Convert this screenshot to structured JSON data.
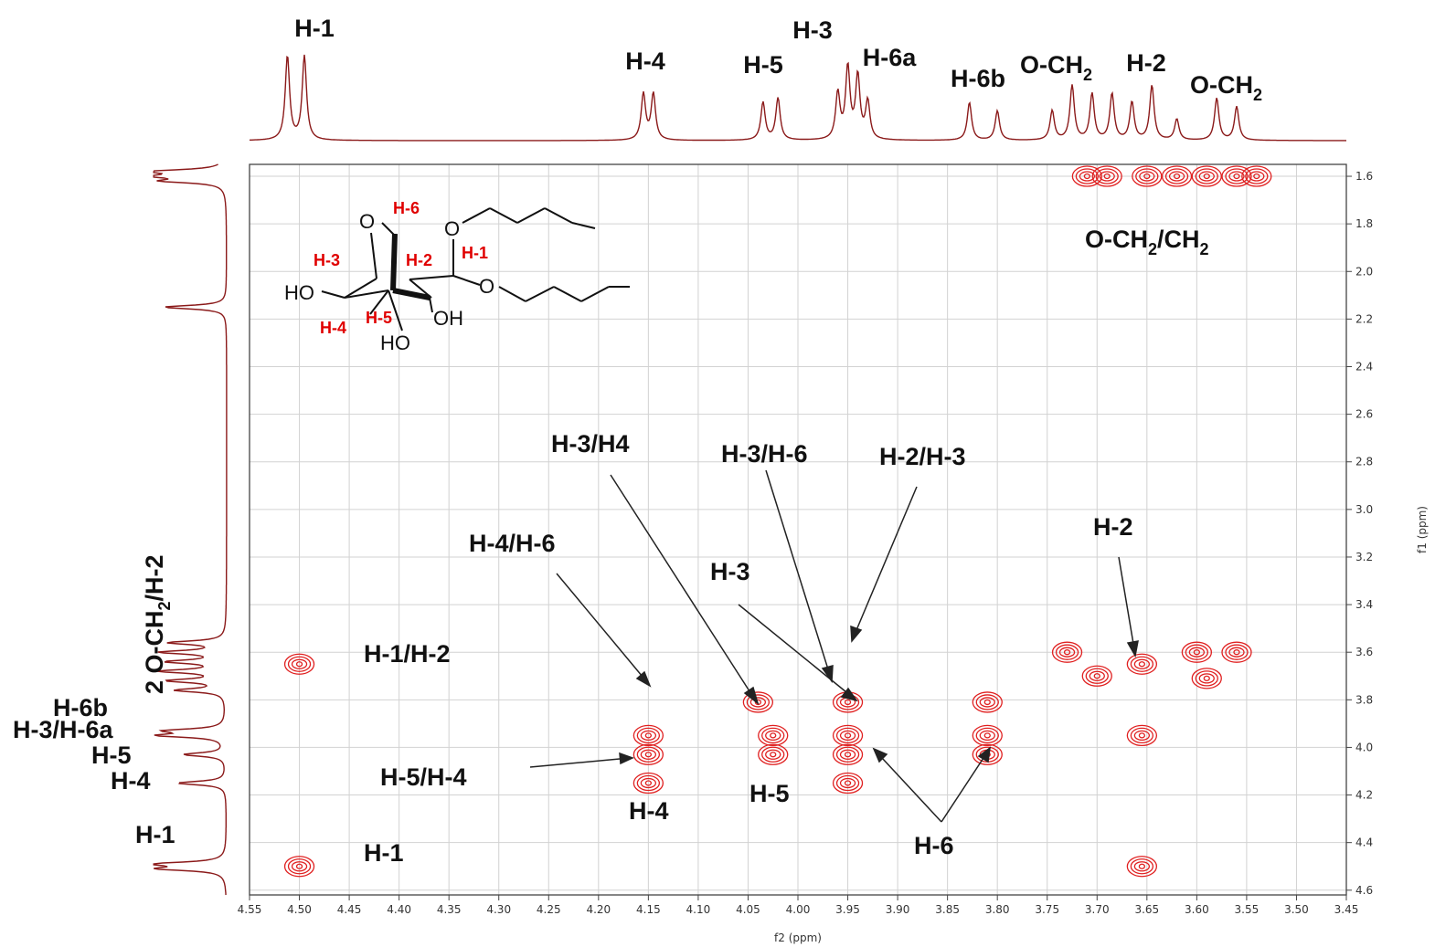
{
  "chart_data": {
    "type": "scatter",
    "subtype": "2D NMR COSY contour plot",
    "xlabel": "f2 (ppm)",
    "ylabel": "f1 (ppm)",
    "xlim": [
      4.55,
      3.45
    ],
    "ylim": [
      1.55,
      4.62
    ],
    "x_ticks": [
      4.55,
      4.5,
      4.45,
      4.4,
      4.35,
      4.3,
      4.25,
      4.2,
      4.15,
      4.1,
      4.05,
      4.0,
      3.95,
      3.9,
      3.85,
      3.8,
      3.75,
      3.7,
      3.65,
      3.6,
      3.55,
      3.5,
      3.45
    ],
    "x_tick_labels": [
      "4.55",
      "4.50",
      "4.45",
      "4.40",
      "4.35",
      "4.30",
      "4.25",
      "4.20",
      "4.15",
      "4.10",
      "4.05",
      "4.00",
      "3.95",
      "3.90",
      "3.85",
      "3.80",
      "3.75",
      "3.70",
      "3.65",
      "3.60",
      "3.55",
      "3.50",
      "3.45"
    ],
    "y_ticks": [
      1.6,
      1.8,
      2.0,
      2.2,
      2.4,
      2.6,
      2.8,
      3.0,
      3.2,
      3.4,
      3.6,
      3.8,
      4.0,
      4.2,
      4.4,
      4.6
    ],
    "y_tick_labels": [
      "1.6",
      "1.8",
      "2.0",
      "2.2",
      "2.4",
      "2.6",
      "2.8",
      "3.0",
      "3.2",
      "3.4",
      "3.6",
      "3.8",
      "4.0",
      "4.2",
      "4.4",
      "4.6"
    ],
    "grid": true,
    "x_reversed": true,
    "peaks": [
      {
        "x": 4.5,
        "y": 4.5
      },
      {
        "x": 4.5,
        "y": 3.65
      },
      {
        "x": 4.15,
        "y": 4.15
      },
      {
        "x": 4.15,
        "y": 3.95
      },
      {
        "x": 4.15,
        "y": 4.03
      },
      {
        "x": 4.025,
        "y": 4.03
      },
      {
        "x": 4.025,
        "y": 3.95
      },
      {
        "x": 4.04,
        "y": 3.81
      },
      {
        "x": 3.95,
        "y": 3.95
      },
      {
        "x": 3.95,
        "y": 3.81
      },
      {
        "x": 3.95,
        "y": 4.15
      },
      {
        "x": 3.95,
        "y": 4.03
      },
      {
        "x": 3.81,
        "y": 3.81
      },
      {
        "x": 3.81,
        "y": 3.95
      },
      {
        "x": 3.81,
        "y": 4.03
      },
      {
        "x": 3.655,
        "y": 4.5
      },
      {
        "x": 3.655,
        "y": 3.95
      },
      {
        "x": 3.655,
        "y": 3.65
      },
      {
        "x": 3.7,
        "y": 3.7
      },
      {
        "x": 3.6,
        "y": 3.6
      },
      {
        "x": 3.59,
        "y": 3.71
      },
      {
        "x": 3.73,
        "y": 3.6
      },
      {
        "x": 3.56,
        "y": 3.6
      },
      {
        "x": 3.71,
        "y": 1.6
      },
      {
        "x": 3.69,
        "y": 1.6
      },
      {
        "x": 3.65,
        "y": 1.6
      },
      {
        "x": 3.62,
        "y": 1.6
      },
      {
        "x": 3.59,
        "y": 1.6
      },
      {
        "x": 3.56,
        "y": 1.6
      },
      {
        "x": 3.54,
        "y": 1.6
      }
    ],
    "top_projection_peaks": [
      {
        "x": 4.512,
        "h": 1.0
      },
      {
        "x": 4.495,
        "h": 1.0
      },
      {
        "x": 4.155,
        "h": 0.55
      },
      {
        "x": 4.145,
        "h": 0.55
      },
      {
        "x": 4.035,
        "h": 0.45
      },
      {
        "x": 4.02,
        "h": 0.5
      },
      {
        "x": 3.96,
        "h": 0.55
      },
      {
        "x": 3.95,
        "h": 0.85
      },
      {
        "x": 3.94,
        "h": 0.75
      },
      {
        "x": 3.93,
        "h": 0.45
      },
      {
        "x": 3.828,
        "h": 0.45
      },
      {
        "x": 3.8,
        "h": 0.35
      },
      {
        "x": 3.745,
        "h": 0.35
      },
      {
        "x": 3.725,
        "h": 0.65
      },
      {
        "x": 3.705,
        "h": 0.55
      },
      {
        "x": 3.685,
        "h": 0.55
      },
      {
        "x": 3.665,
        "h": 0.45
      },
      {
        "x": 3.645,
        "h": 0.65
      },
      {
        "x": 3.62,
        "h": 0.25
      },
      {
        "x": 3.58,
        "h": 0.5
      },
      {
        "x": 3.56,
        "h": 0.4
      }
    ],
    "left_projection_peaks": [
      {
        "y": 1.58,
        "h": 1.0
      },
      {
        "y": 1.6,
        "h": 0.9
      },
      {
        "y": 1.62,
        "h": 0.8
      },
      {
        "y": 2.15,
        "h": 0.9
      },
      {
        "y": 3.56,
        "h": 0.8
      },
      {
        "y": 3.6,
        "h": 0.9
      },
      {
        "y": 3.64,
        "h": 0.8
      },
      {
        "y": 3.68,
        "h": 0.9
      },
      {
        "y": 3.72,
        "h": 0.8
      },
      {
        "y": 3.76,
        "h": 0.7
      },
      {
        "y": 3.93,
        "h": 0.8
      },
      {
        "y": 3.95,
        "h": 0.9
      },
      {
        "y": 4.03,
        "h": 0.6
      },
      {
        "y": 4.15,
        "h": 0.7
      },
      {
        "y": 4.49,
        "h": 1.0
      },
      {
        "y": 4.51,
        "h": 0.9
      }
    ],
    "top_labels": [
      "H-1",
      "H-4",
      "H-5",
      "H-3",
      "H-6a",
      "H-6b",
      "O-CH",
      "H-2",
      "O-CH"
    ],
    "left_labels": [
      "2 O-CH",
      "/H-2",
      "H-6b",
      "H-3/H-6a",
      "H-5",
      "H-4",
      "H-1"
    ],
    "annotations": [
      "O-CH",
      "/CH",
      "H-1/H-2",
      "H-1",
      "H-3/H4",
      "H-3/H-6",
      "H-2/H-3",
      "H-4/H-6",
      "H-3",
      "H-2",
      "H-5/H-4",
      "H-4",
      "H-5",
      "H-6"
    ],
    "subscript": "2",
    "structure_labels": [
      "H-6",
      "H-3",
      "H-2",
      "H-1",
      "H-4",
      "H-5"
    ],
    "structure_atoms": [
      "O",
      "O",
      "O",
      "HO",
      "OH",
      "HO"
    ],
    "colors": {
      "contour": "#e02020",
      "projection": "#8b1a1a",
      "text": "#111111",
      "structure_label": "#e00000"
    }
  }
}
